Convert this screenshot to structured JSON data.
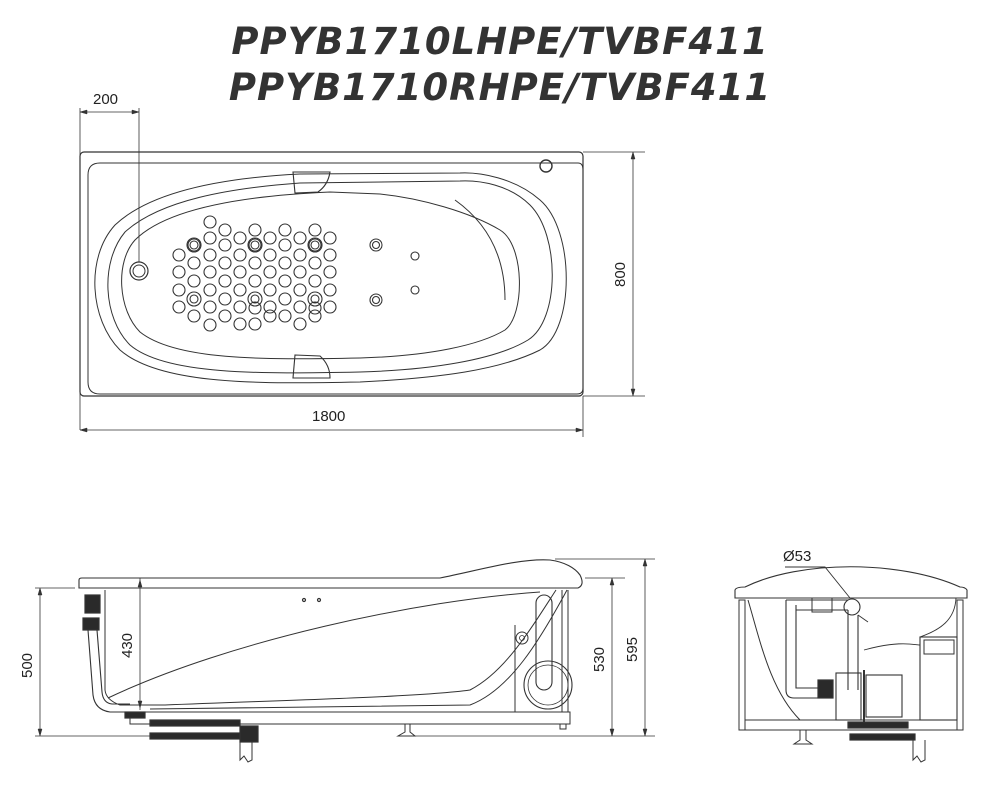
{
  "titles": {
    "line1": "PPYB1710LHPE/TVBF411",
    "line2": "PPYB1710RHPE/TVBF411"
  },
  "top_view": {
    "dimensions": {
      "drain_offset": "200",
      "width": "800",
      "length": "1800"
    },
    "jets": {
      "massage_holes": 68,
      "large_jets": 6,
      "side_jets": 2,
      "small_nozzles": 2
    }
  },
  "side_view": {
    "dimensions": {
      "overall_height_left": "500",
      "inner_depth": "430",
      "rim_height_right": "530",
      "overall_height_right": "595"
    }
  },
  "end_view": {
    "dimensions": {
      "pipe_diameter": "Ø53"
    }
  },
  "colors": {
    "line": "#333333",
    "title": "#333333",
    "background": "#ffffff"
  }
}
